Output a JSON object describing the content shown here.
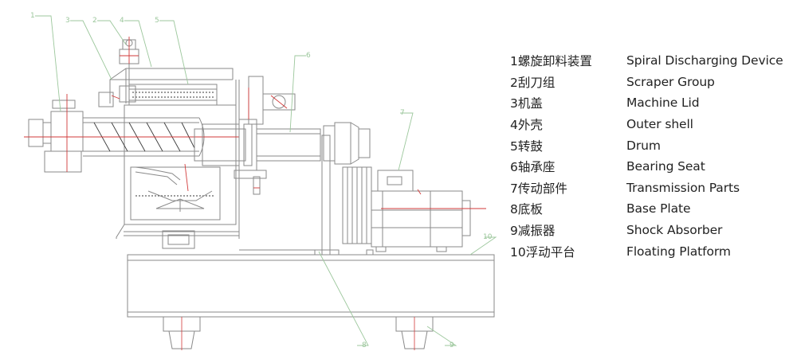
{
  "callout_numbers": [
    "1",
    "2",
    "3",
    "4",
    "5",
    "6",
    "7",
    "8",
    "9",
    "10"
  ],
  "legend": [
    {
      "cn": "1螺旋卸料装置",
      "en": "Spiral Discharging Device"
    },
    {
      "cn": "2刮刀组",
      "en": "Scraper Group"
    },
    {
      "cn": "3机盖",
      "en": "Machine Lid"
    },
    {
      "cn": "4外壳",
      "en": "Outer shell"
    },
    {
      "cn": "5转鼓",
      "en": "Drum"
    },
    {
      "cn": "6轴承座",
      "en": "Bearing Seat"
    },
    {
      "cn": "7传动部件",
      "en": "Transmission Parts"
    },
    {
      "cn": "8底板",
      "en": "Base Plate"
    },
    {
      "cn": "9减振器",
      "en": "Shock Absorber"
    },
    {
      "cn": "10浮动平台",
      "en": "Floating Platform"
    }
  ],
  "colors": {
    "line": "#8a8a8a",
    "dark": "#3a3a3a",
    "accent_red": "#d23a3a",
    "callout_green": "#9cc79c",
    "text": "#222222"
  }
}
